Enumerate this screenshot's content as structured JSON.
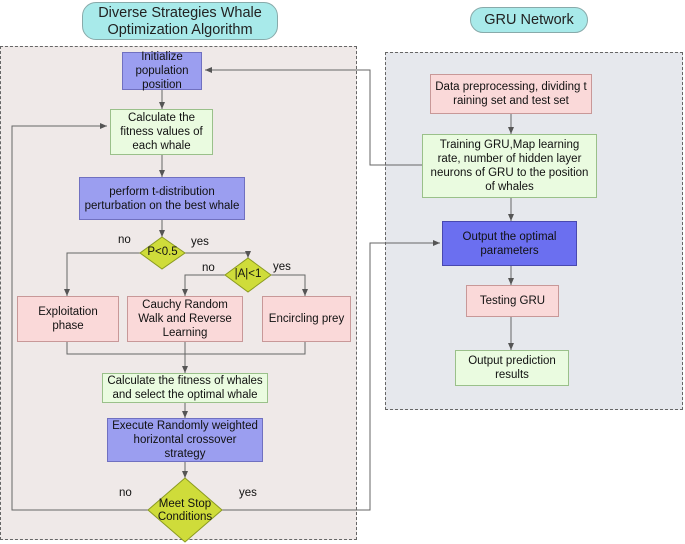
{
  "titles": {
    "left": "Diverse Strategies Whale Optimization Algorithm",
    "right": "GRU Network"
  },
  "left_nodes": {
    "init": "Initialize population position",
    "fitness": "Calculate the fitness values of each whale",
    "tdist": "perform t-distribution perturbation on the best whale",
    "exploit": "Exploitation phase",
    "cauchy": "Cauchy Random Walk and Reverse Learning",
    "encircle": "Encircling prey",
    "select": "Calculate the fitness of whales and select the optimal whale",
    "crossover": "Execute Randomly weighted horizontal crossover strategy"
  },
  "decisions": {
    "p": "P<0.5",
    "a": "|A|<1",
    "stop_line1": "Meet Stop",
    "stop_line2": "Conditions"
  },
  "edge_labels": {
    "p_no": "no",
    "p_yes": "yes",
    "a_no": "no",
    "a_yes": "yes",
    "stop_no": "no",
    "stop_yes": "yes"
  },
  "right_nodes": {
    "preprocess": "Data preprocessing, dividing t raining set and test set",
    "train": "Training GRU,Map learning rate, number of hidden layer neurons of GRU to the position of whales",
    "output_params": "Output the optimal parameters",
    "testing": "Testing GRU",
    "prediction": "Output prediction results"
  },
  "colors": {
    "title_fill": "#a8eaea",
    "blue": "#9b9ef0",
    "dark_blue": "#6b6ff0",
    "green": "#eafbe0",
    "pink": "#fad9d9",
    "diamond": "#cfdc3a"
  }
}
